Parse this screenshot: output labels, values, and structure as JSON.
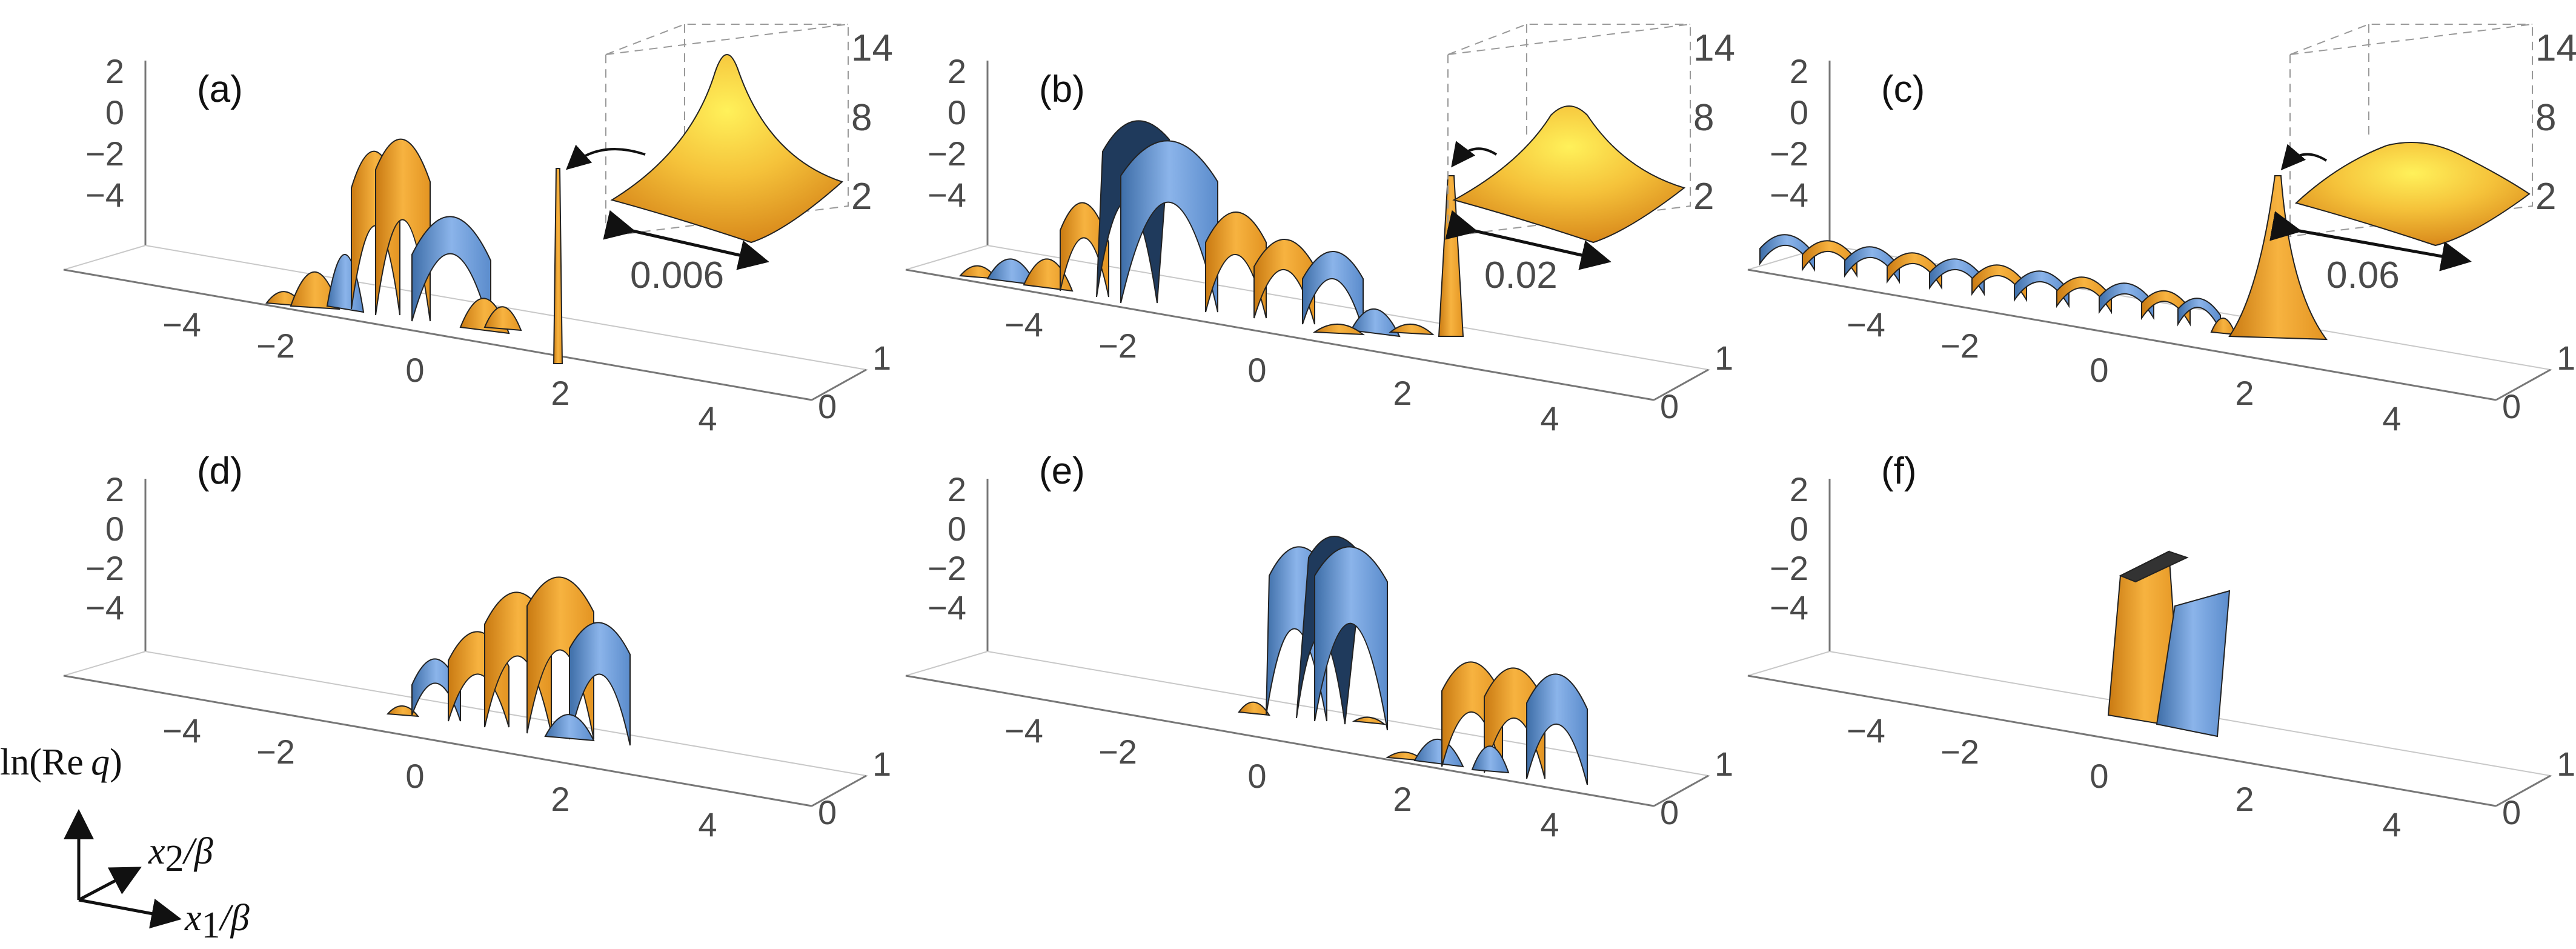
{
  "figure": {
    "panels": [
      {
        "label": "(a)",
        "inset": {
          "tick_labels": [
            "14",
            "8",
            "2"
          ],
          "width_label": "0.006"
        }
      },
      {
        "label": "(b)",
        "inset": {
          "tick_labels": [
            "14",
            "8",
            "2"
          ],
          "width_label": "0.02"
        }
      },
      {
        "label": "(c)",
        "inset": {
          "tick_labels": [
            "14",
            "8",
            "2"
          ],
          "width_label": "0.06"
        }
      },
      {
        "label": "(d)"
      },
      {
        "label": "(e)"
      },
      {
        "label": "(f)"
      }
    ],
    "z_ticks": [
      "2",
      "0",
      "−2",
      "−4"
    ],
    "x1_ticks": [
      "−4",
      "−2",
      "0",
      "2",
      "4"
    ],
    "x2_ticks": [
      "1",
      "0"
    ],
    "axes_key": {
      "z_label": {
        "pre": "ln(Re ",
        "var": "q",
        ")": ")"
      },
      "x2_label": {
        "var": "x",
        "sub": "2",
        "post": "/β"
      },
      "x1_label": {
        "var": "x",
        "sub": "1",
        "post": "/β"
      }
    }
  },
  "colors": {
    "orange": "#f2a93b",
    "blue": "#6f9fdc",
    "dark_blue": "#2f4f7a",
    "axis_grey": "#888888",
    "inset_yellow": "#f6d23c"
  }
}
